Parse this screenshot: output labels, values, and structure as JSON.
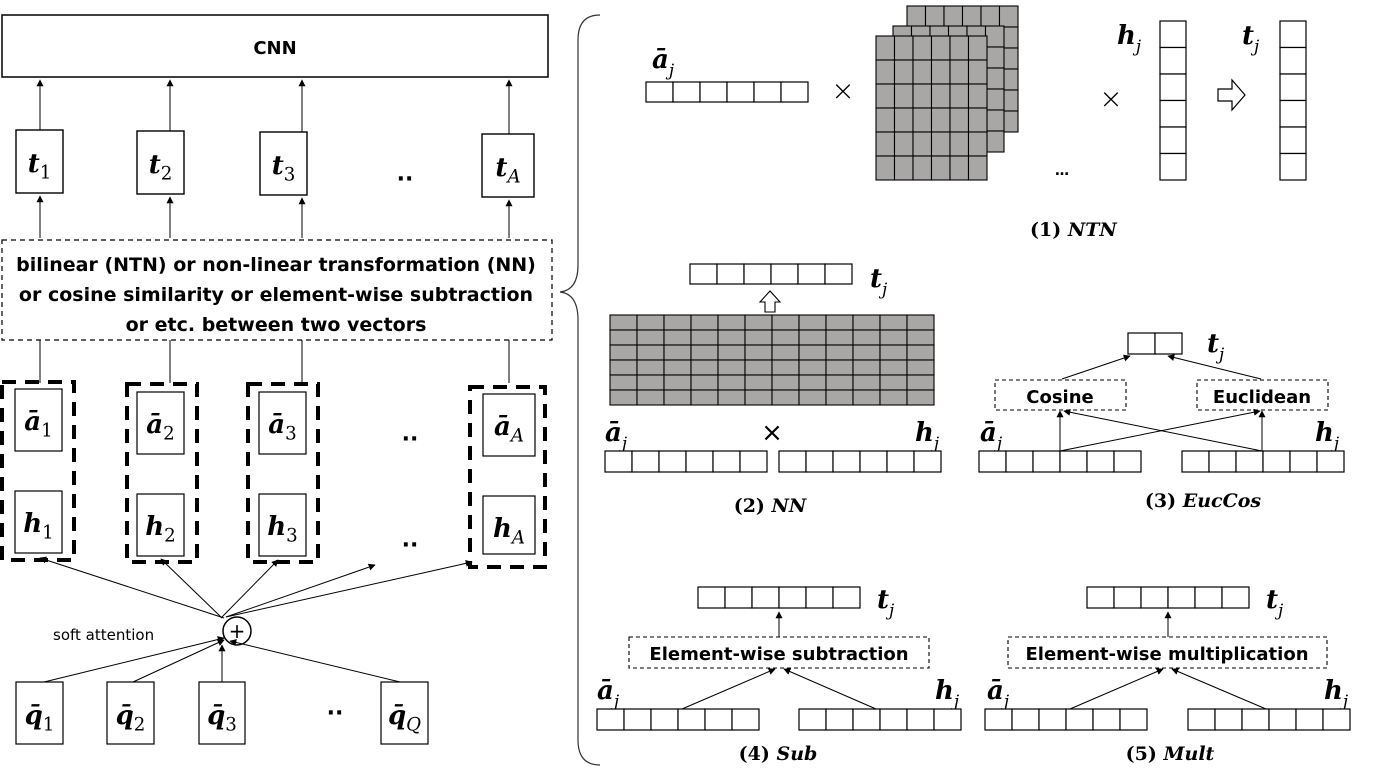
{
  "left_panel": {
    "cnn_label": "CNN",
    "transform_lines": [
      "bilinear (NTN) or non-linear transformation (NN)",
      "or cosine similarity or element-wise subtraction",
      "or etc. between two vectors"
    ],
    "t_nodes": [
      {
        "base": "t",
        "sub": "1",
        "sub_italic": false
      },
      {
        "base": "t",
        "sub": "2",
        "sub_italic": false
      },
      {
        "base": "t",
        "sub": "3",
        "sub_italic": false
      },
      {
        "base": "t",
        "sub": "A",
        "sub_italic": true
      }
    ],
    "a_nodes": [
      {
        "base": "ā",
        "sub": "1",
        "sub_italic": false
      },
      {
        "base": "ā",
        "sub": "2",
        "sub_italic": false
      },
      {
        "base": "ā",
        "sub": "3",
        "sub_italic": false
      },
      {
        "base": "ā",
        "sub": "A",
        "sub_italic": true
      }
    ],
    "h_nodes": [
      {
        "base": "h",
        "sub": "1",
        "sub_italic": false
      },
      {
        "base": "h",
        "sub": "2",
        "sub_italic": false
      },
      {
        "base": "h",
        "sub": "3",
        "sub_italic": false
      },
      {
        "base": "h",
        "sub": "A",
        "sub_italic": true
      }
    ],
    "q_nodes": [
      {
        "base": "q̄",
        "sub": "1",
        "sub_italic": false
      },
      {
        "base": "q̄",
        "sub": "2",
        "sub_italic": false
      },
      {
        "base": "q̄",
        "sub": "3",
        "sub_italic": false
      },
      {
        "base": "q̄",
        "sub": "Q",
        "sub_italic": true
      }
    ],
    "ellipsis": "··",
    "attention_label": "soft attention",
    "sum_symbol": "+"
  },
  "right_panel": {
    "ntn": {
      "caption_num": "(1)",
      "caption_name": "NTN",
      "a_label": "ā",
      "h_label": "h",
      "t_label": "t",
      "sub": "j",
      "times": "×",
      "more": "…"
    },
    "nn": {
      "caption_num": "(2)",
      "caption_name": "NN",
      "a_label": "ā",
      "h_label": "h",
      "t_label": "t",
      "sub": "j",
      "times": "×"
    },
    "euccos": {
      "caption_num": "(3)",
      "caption_name": "EucCos",
      "a_label": "ā",
      "h_label": "h",
      "t_label": "t",
      "sub": "j",
      "box_left": "Cosine",
      "box_right": "Euclidean"
    },
    "sub": {
      "caption_num": "(4)",
      "caption_name": "Sub",
      "a_label": "ā",
      "h_label": "h",
      "t_label": "t",
      "sub": "j",
      "box": "Element-wise subtraction"
    },
    "mult": {
      "caption_num": "(5)",
      "caption_name": "Mult",
      "a_label": "ā",
      "h_label": "h",
      "t_label": "t",
      "sub": "j",
      "box": "Element-wise multiplication"
    }
  },
  "colors": {
    "matrix_fill": "#a9a6a6",
    "stroke": "#000000",
    "background": "#ffffff"
  }
}
